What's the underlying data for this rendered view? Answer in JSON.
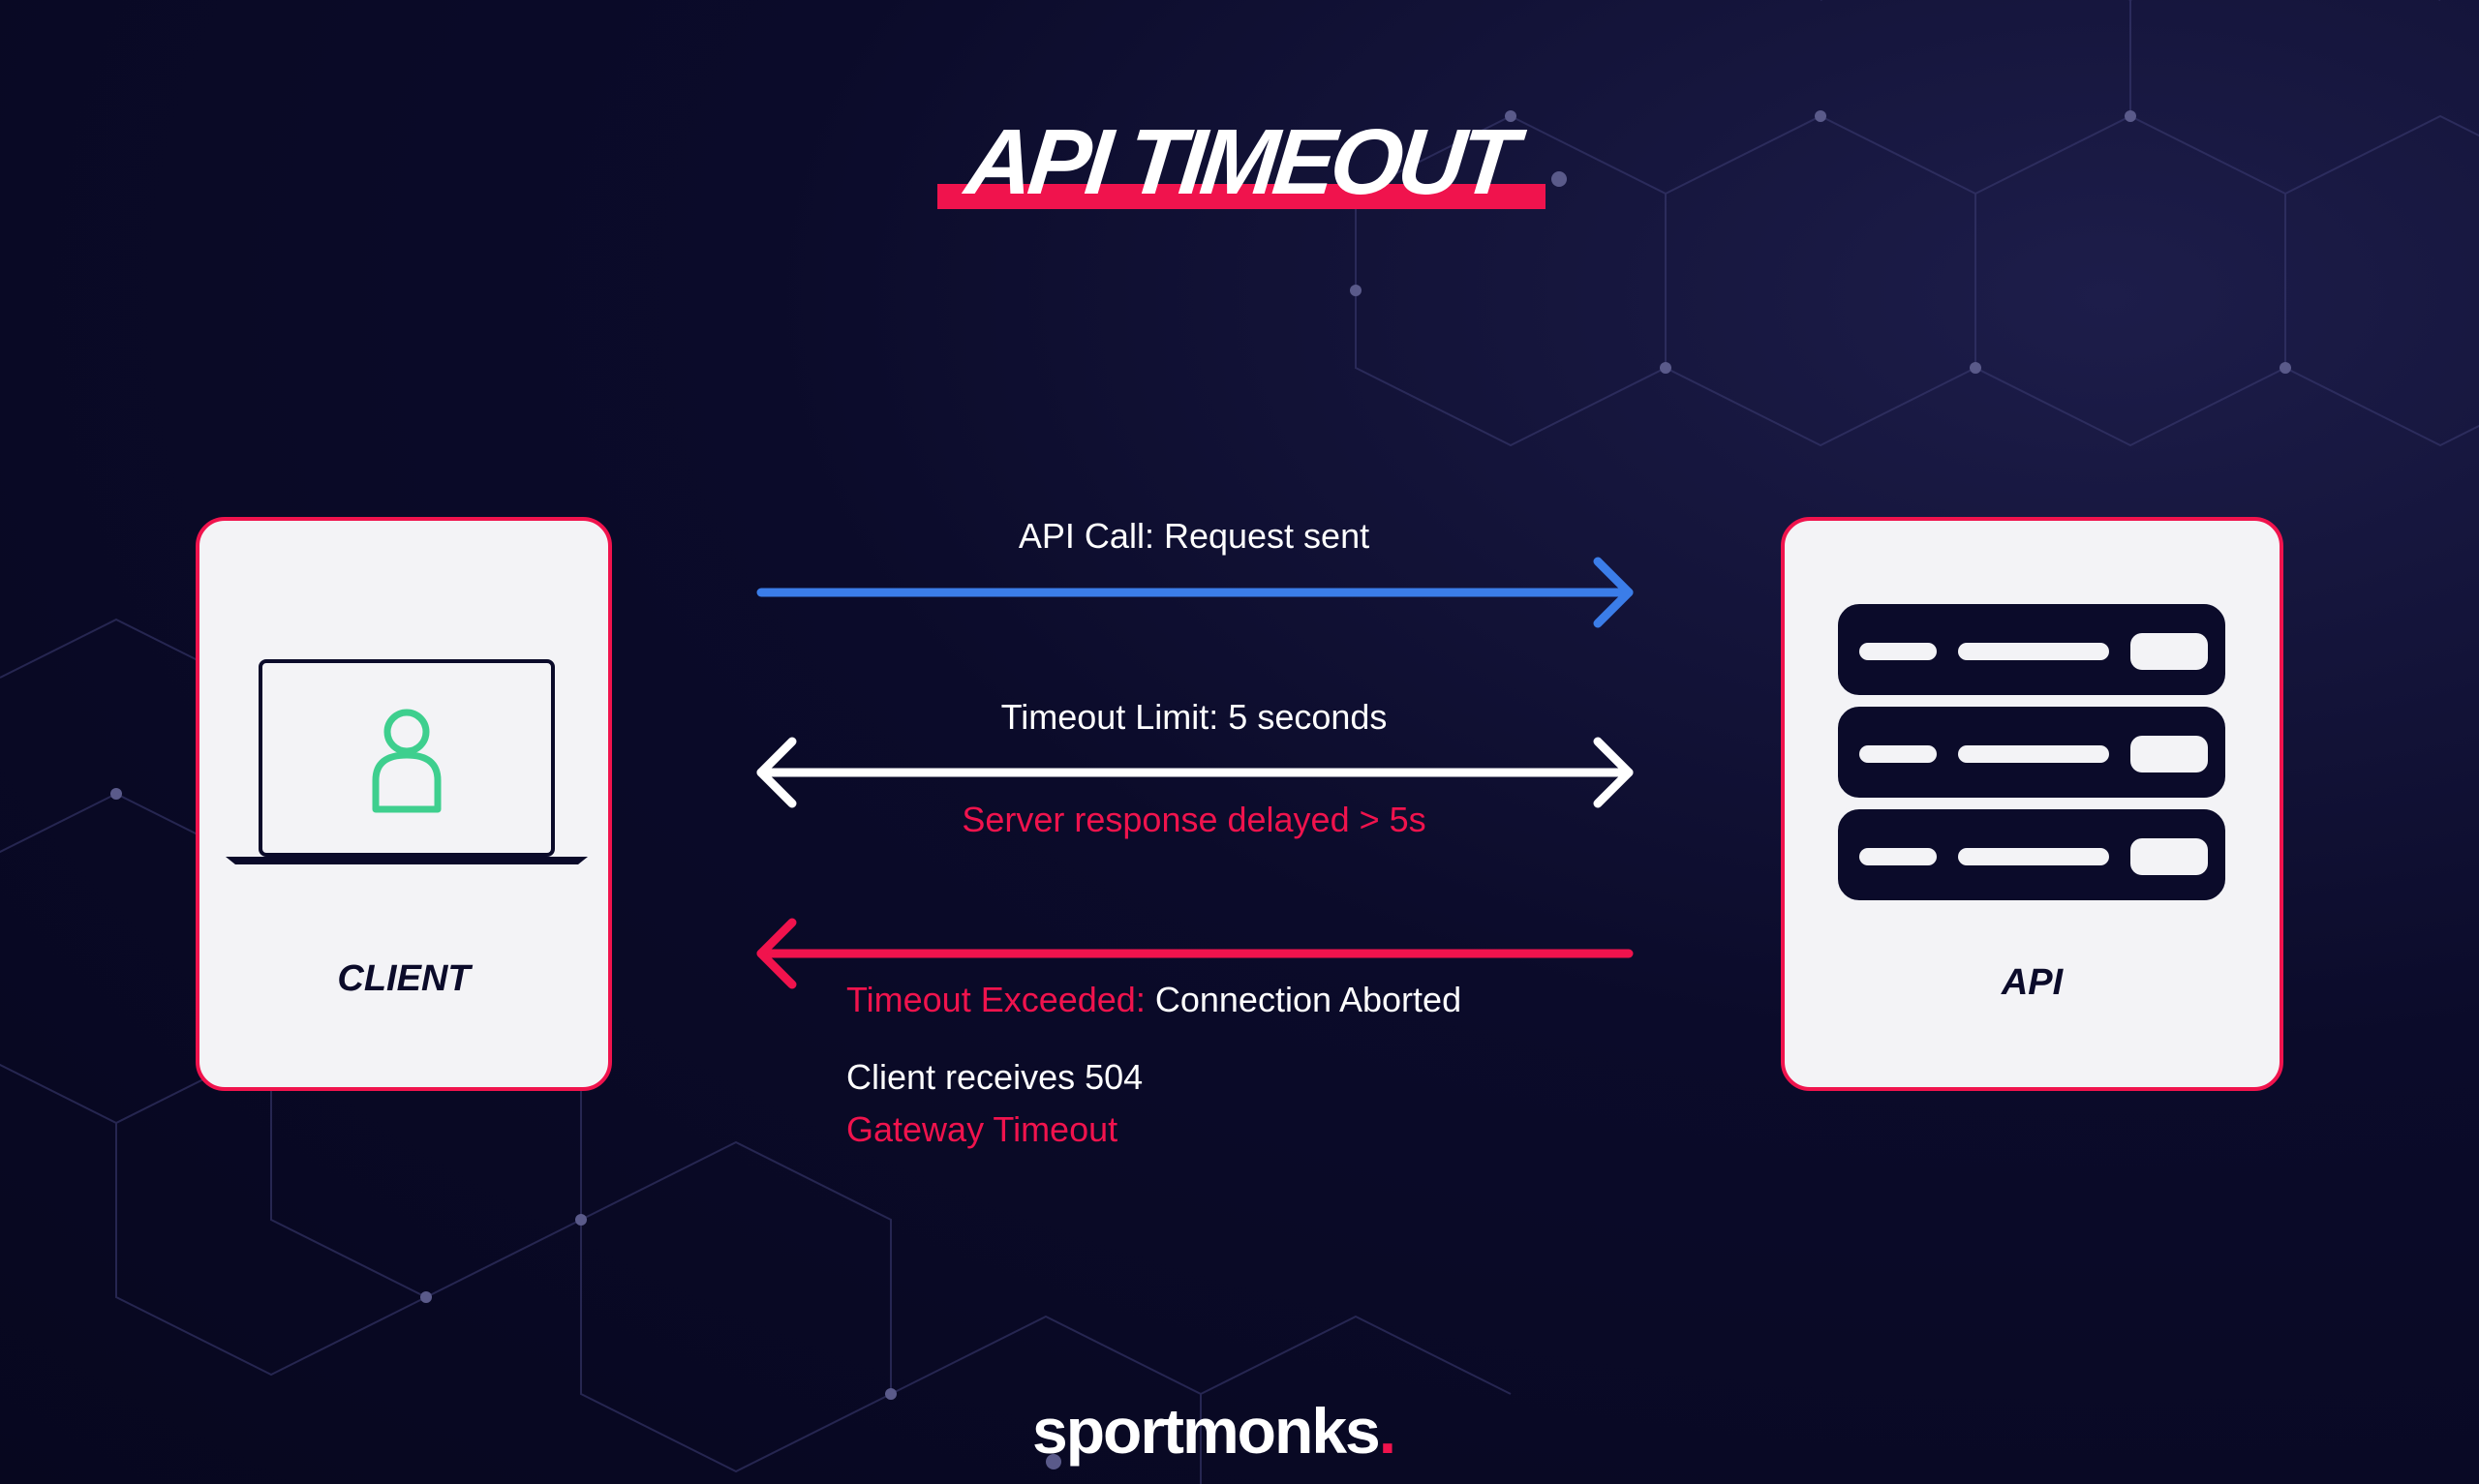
{
  "title": "API TIMEOUT",
  "client": {
    "label": "CLIENT"
  },
  "api": {
    "label": "API"
  },
  "flows": {
    "request": "API Call: Request sent",
    "limit": "Timeout Limit: 5 seconds",
    "delay": "Server response delayed > 5s",
    "exceeded_prefix": "Timeout Exceeded:",
    "exceeded_suffix": "Connection Aborted",
    "receives": "Client receives 504",
    "gateway": "Gateway Timeout"
  },
  "brand": {
    "name": "sportmonks",
    "dot": "."
  },
  "colors": {
    "accent": "#f0134d",
    "request": "#3b7de8",
    "person": "#3ecf8e",
    "bg": "#0b0b2a"
  }
}
